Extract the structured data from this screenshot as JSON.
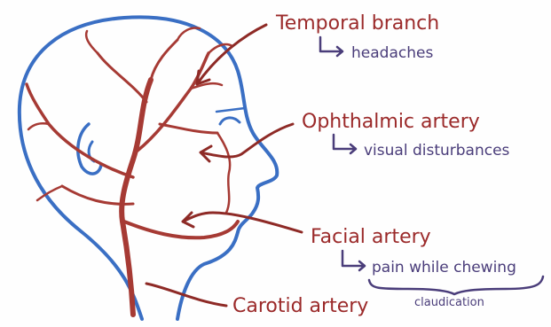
{
  "labels": {
    "temporal": "Temporal branch",
    "temporal_note": "headaches",
    "ophthalmic": "Ophthalmic artery",
    "ophthalmic_note": "visual disturbances",
    "facial": "Facial artery",
    "facial_note": "pain while chewing",
    "facial_subnote": "claudication",
    "carotid": "Carotid artery"
  },
  "colors": {
    "outline": "#3a6fc4",
    "artery": "#a63a34",
    "label_red": "#9b2a2a",
    "label_purple": "#4a3d7a"
  }
}
